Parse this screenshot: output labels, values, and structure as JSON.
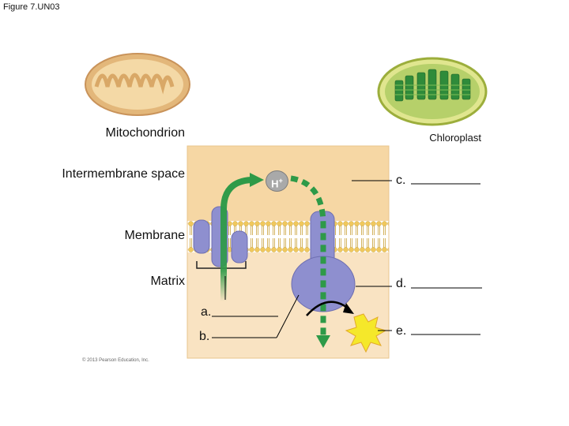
{
  "figure_title": "Figure 7.UN03",
  "organelles": {
    "mitochondrion": "Mitochondrion",
    "chloroplast": "Chloroplast"
  },
  "regions": {
    "intermembrane_space": "Intermembrane space",
    "membrane": "Membrane",
    "matrix": "Matrix"
  },
  "ion": "H+",
  "blanks": {
    "a": "a.",
    "b": "b.",
    "c": "c.",
    "d": "d.",
    "e": "e."
  },
  "copyright": "© 2013 Pearson Education, Inc.",
  "colors": {
    "intermembrane": "#f6d7a4",
    "matrix": "#f9e3c2",
    "membrane_head": "#f0c85c",
    "protein": "#8e8fcf",
    "proton_arrow": "#2e9a48",
    "energy_burst": "#f5e82a"
  }
}
